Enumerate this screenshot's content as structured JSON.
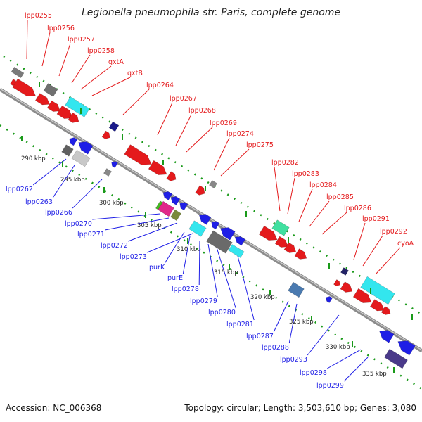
{
  "header": {
    "title": "Legionella pneumophila str. Paris, complete genome"
  },
  "footer": {
    "accession": "Accession: NC_006368",
    "summary": "Topology: circular; Length: 3,503,610 bp; Genes: 3,080"
  },
  "colors": {
    "forward_gene": "#e41a1c",
    "reverse_gene": "#1f1fe6",
    "cyan_gene": "#33e6ee",
    "gray_gene": "#7a7a7a",
    "backbone": "#8c8c8c",
    "ruler_dots": "#1a9a1a"
  },
  "scale_ticks": [
    "290 kbp",
    "295 kbp",
    "300 kbp",
    "305 kbp",
    "310 kbp",
    "315 kbp",
    "320 kbp",
    "325 kbp",
    "330 kbp",
    "335 kbp"
  ],
  "labels_forward": [
    "lpp0255",
    "lpp0256",
    "lpp0257",
    "lpp0258",
    "qxtA",
    "qxtB",
    "lpp0264",
    "lpp0267",
    "lpp0268",
    "lpp0269",
    "lpp0274",
    "lpp0275",
    "lpp0282",
    "lpp0283",
    "lpp0284",
    "lpp0285",
    "lpp0286",
    "lpp0291",
    "lpp0292",
    "cyoA"
  ],
  "labels_reverse": [
    "lpp0262",
    "lpp0263",
    "lpp0266",
    "lpp0270",
    "lpp0271",
    "lpp0272",
    "lpp0273",
    "purK",
    "purE",
    "lpp0278",
    "lpp0279",
    "lpp0280",
    "lpp0281",
    "lpp0287",
    "lpp0288",
    "lpp0293",
    "lpp0298",
    "lpp0299"
  ]
}
